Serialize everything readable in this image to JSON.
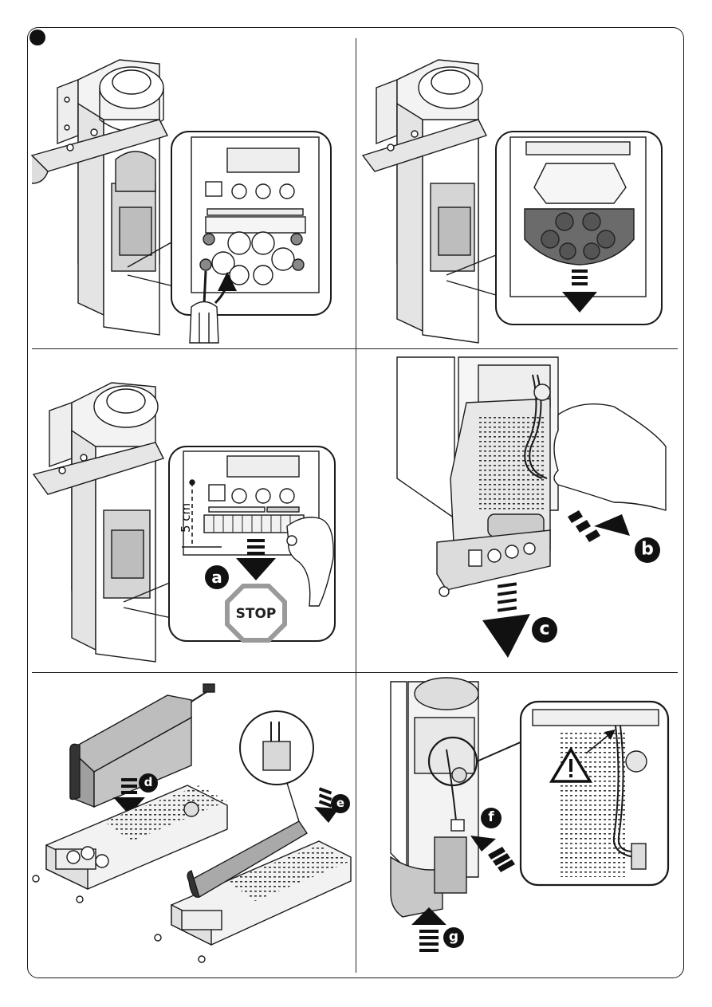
{
  "labels": {
    "a": "a",
    "b": "b",
    "c": "c",
    "d": "d",
    "e": "e",
    "f": "f",
    "g": "g"
  },
  "measure": "5 cm",
  "stop_sign": "STOP",
  "colors": {
    "line": "#1a1a1a",
    "metal_light": "#e6e6e6",
    "metal_mid": "#bdbdbd",
    "cover_dark": "#6b6b6b",
    "battery": "#a9a9a9",
    "sign_border": "#9a9a9a",
    "badge": "#111111"
  },
  "icons": [
    "screwdriver-icon",
    "rotate-arrow-icon",
    "down-arrow-icon",
    "stop-sign-icon",
    "hand-icon",
    "warning-icon",
    "battery-icon",
    "connector-icon"
  ]
}
